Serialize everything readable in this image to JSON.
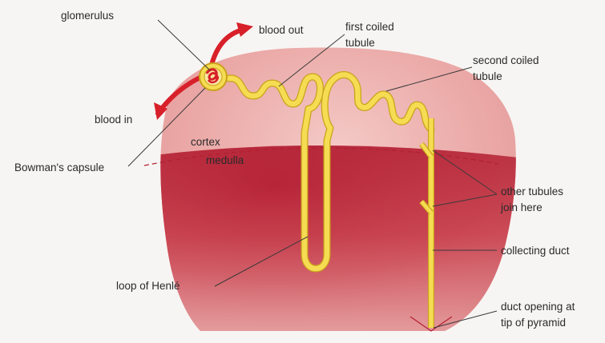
{
  "labels": {
    "glomerulus": "glomerulus",
    "blood_out": "blood out",
    "first_coiled_line1": "first coiled",
    "first_coiled_line2": "tubule",
    "second_coiled_line1": "second coiled",
    "second_coiled_line2": "tubule",
    "blood_in": "blood in",
    "bowmans_capsule": "Bowman's capsule",
    "cortex": "cortex",
    "medulla": "medulla",
    "other_tubules_line1": "other tubules",
    "other_tubules_line2": "join here",
    "collecting_duct": "collecting duct",
    "loop_of_henle": "loop of Henlé",
    "duct_opening_line1": "duct opening at",
    "duct_opening_line2": "tip of pyramid"
  },
  "colors": {
    "background": "#f7f5f3",
    "tissue_light": "#e9a8a8",
    "tissue_dark": "#b8283a",
    "tubule_fill": "#f5dc52",
    "tubule_outline": "#c9a21a",
    "blood_vessel": "#d8202a",
    "boundary_line": "#b22030",
    "label_text": "#2a2a2a"
  }
}
